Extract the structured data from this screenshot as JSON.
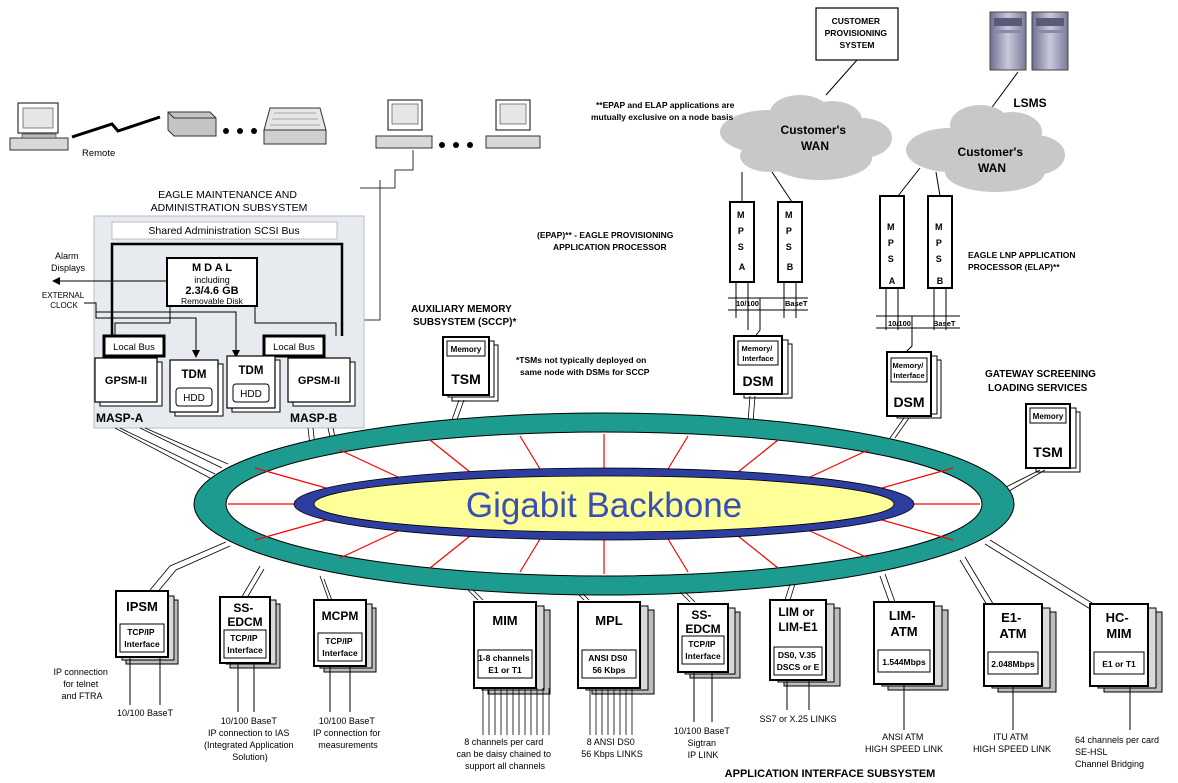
{
  "top": {
    "customer_provisioning": [
      "CUSTOMER",
      "PROVISIONING",
      "SYSTEM"
    ],
    "lsms": "LSMS",
    "wan_left": [
      "Customer's",
      "WAN"
    ],
    "wan_right": [
      "Customer's",
      "WAN"
    ],
    "epap_note": [
      "**EPAP and ELAP applications are",
      "mutually exclusive on a node basis"
    ],
    "remote": "Remote"
  },
  "maintenance": {
    "title": [
      "EAGLE MAINTENANCE AND",
      "ADMINISTRATION SUBSYSTEM"
    ],
    "scsi_bus": "Shared Administration SCSI Bus",
    "mdal": "M D A L",
    "mdal_including": "including",
    "mdal_size": "2.3/4.6 GB",
    "mdal_disk": "Removable Disk",
    "alarm": [
      "Alarm",
      "Displays"
    ],
    "clock": [
      "EXTERNAL",
      "CLOCK"
    ],
    "local_bus": "Local Bus",
    "gpsm": "GPSM-II",
    "tdm": "TDM",
    "hdd": "HDD",
    "masp_a": "MASP-A",
    "masp_b": "MASP-B"
  },
  "epap": {
    "label": [
      "(EPAP)**  - EAGLE PROVISIONING",
      "APPLICATION PROCESSOR"
    ],
    "mps_letters": [
      "M",
      "P",
      "S"
    ],
    "side_a": "A",
    "side_b": "B",
    "link_speed": "10/100",
    "link_type": "BaseT"
  },
  "elap": {
    "label": [
      "EAGLE LNP APPLICATION",
      "PROCESSOR (ELAP)**"
    ]
  },
  "aux": {
    "title": [
      "AUXILIARY MEMORY",
      "SUBSYSTEM (SCCP)*"
    ],
    "memory": "Memory",
    "tsm": "TSM",
    "note": [
      "*TSMs not typically deployed on",
      "same node with DSMs for SCCP"
    ]
  },
  "dsm": {
    "memory_interface": [
      "Memory/",
      "Interface"
    ],
    "label": "DSM"
  },
  "gateway": {
    "title": [
      "GATEWAY SCREENING",
      "LOADING SERVICES"
    ],
    "memory": "Memory",
    "tsm": "TSM"
  },
  "backbone": {
    "label": "Gigabit Backbone"
  },
  "cards": {
    "ipsm": {
      "name": [
        "IPSM"
      ],
      "inner": [
        "TCP/IP",
        "Interface"
      ]
    },
    "ssedcm1": {
      "name": [
        "SS-",
        "EDCM"
      ],
      "inner": [
        "TCP/IP",
        "Interface"
      ]
    },
    "mcpm": {
      "name": [
        "MCPM"
      ],
      "inner": [
        "TCP/IP",
        "Interface"
      ]
    },
    "mim": {
      "name": [
        "MIM"
      ],
      "inner": [
        "1-8 channels",
        "E1 or T1"
      ]
    },
    "mpl": {
      "name": [
        "MPL"
      ],
      "inner": [
        "ANSI DS0",
        "56 Kbps"
      ]
    },
    "ssedcm2": {
      "name": [
        "SS-",
        "EDCM"
      ],
      "inner": [
        "TCP/IP",
        "Interface"
      ]
    },
    "lim": {
      "name": [
        "LIM or",
        "LIM-E1"
      ],
      "inner": [
        "DS0, V.35",
        "DSCS or E"
      ]
    },
    "limatm": {
      "name": [
        "LIM-",
        "ATM"
      ],
      "inner": [
        "1.544Mbps"
      ]
    },
    "e1atm": {
      "name": [
        "E1-",
        "ATM"
      ],
      "inner": [
        "2.048Mbps"
      ]
    },
    "hcmim": {
      "name": [
        "HC-",
        "MIM"
      ],
      "inner": [
        "E1 or T1"
      ]
    }
  },
  "captions": {
    "ipsm": [
      "IP connection",
      "for telnet",
      "and FTRA"
    ],
    "ipsm_link": "10/100  BaseT",
    "ssedcm1": [
      "10/100  BaseT",
      "IP connection to IAS",
      "(Integrated Application",
      "Solution)"
    ],
    "mcpm": [
      "10/100  BaseT",
      "IP connection for",
      "measurements"
    ],
    "mim": [
      "8 channels per card",
      "can be daisy chained to",
      "support all channels"
    ],
    "mpl": [
      "8 ANSI DS0",
      "56 Kbps LINKS"
    ],
    "ssedcm2": [
      "10/100  BaseT",
      "Sigtran",
      "IP LINK"
    ],
    "lim": [
      "SS7 or X.25 LINKS"
    ],
    "limatm": [
      "ANSI ATM",
      "HIGH SPEED LINK"
    ],
    "e1atm": [
      "ITU ATM",
      "HIGH SPEED LINK"
    ],
    "hcmim": [
      "64 channels per card",
      "SE-HSL",
      "Channel Bridging"
    ]
  },
  "footer": "APPLICATION INTERFACE SUBSYSTEM"
}
